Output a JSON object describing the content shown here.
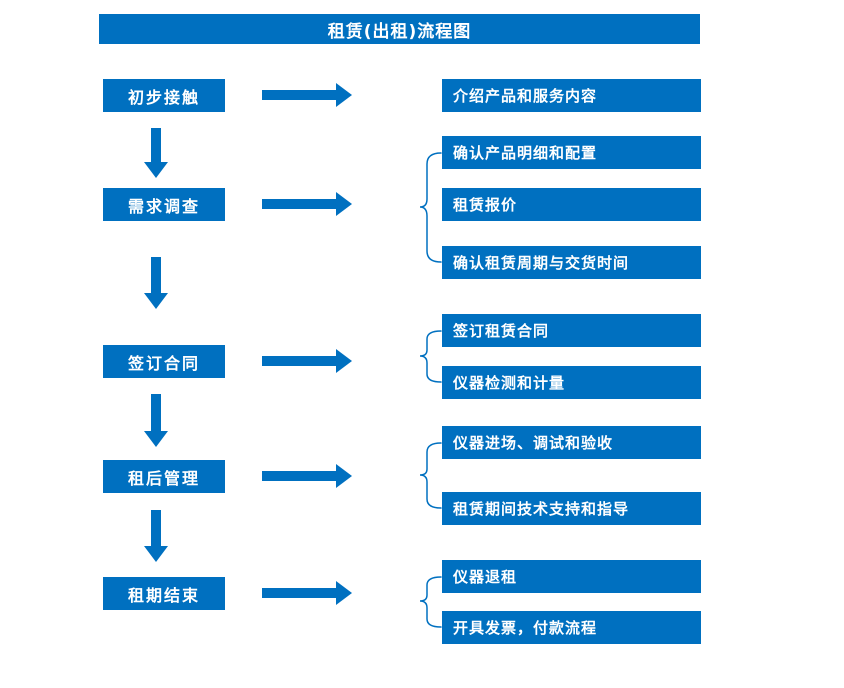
{
  "title": "租赁(出租)流程图",
  "colors": {
    "accent": "#0070C0",
    "box_text": "#FFFFFF",
    "background": "#FFFFFF"
  },
  "stages": [
    {
      "label": "初步接触",
      "outputs": [
        "介绍产品和服务内容"
      ]
    },
    {
      "label": "需求调查",
      "outputs": [
        "确认产品明细和配置",
        "租赁报价",
        "确认租赁周期与交货时间"
      ]
    },
    {
      "label": "签订合同",
      "outputs": [
        "签订租赁合同",
        "仪器检测和计量"
      ]
    },
    {
      "label": "租后管理",
      "outputs": [
        "仪器进场、调试和验收",
        "租赁期间技术支持和指导"
      ]
    },
    {
      "label": "租期结束",
      "outputs": [
        "仪器退租",
        "开具发票，付款流程"
      ]
    }
  ]
}
